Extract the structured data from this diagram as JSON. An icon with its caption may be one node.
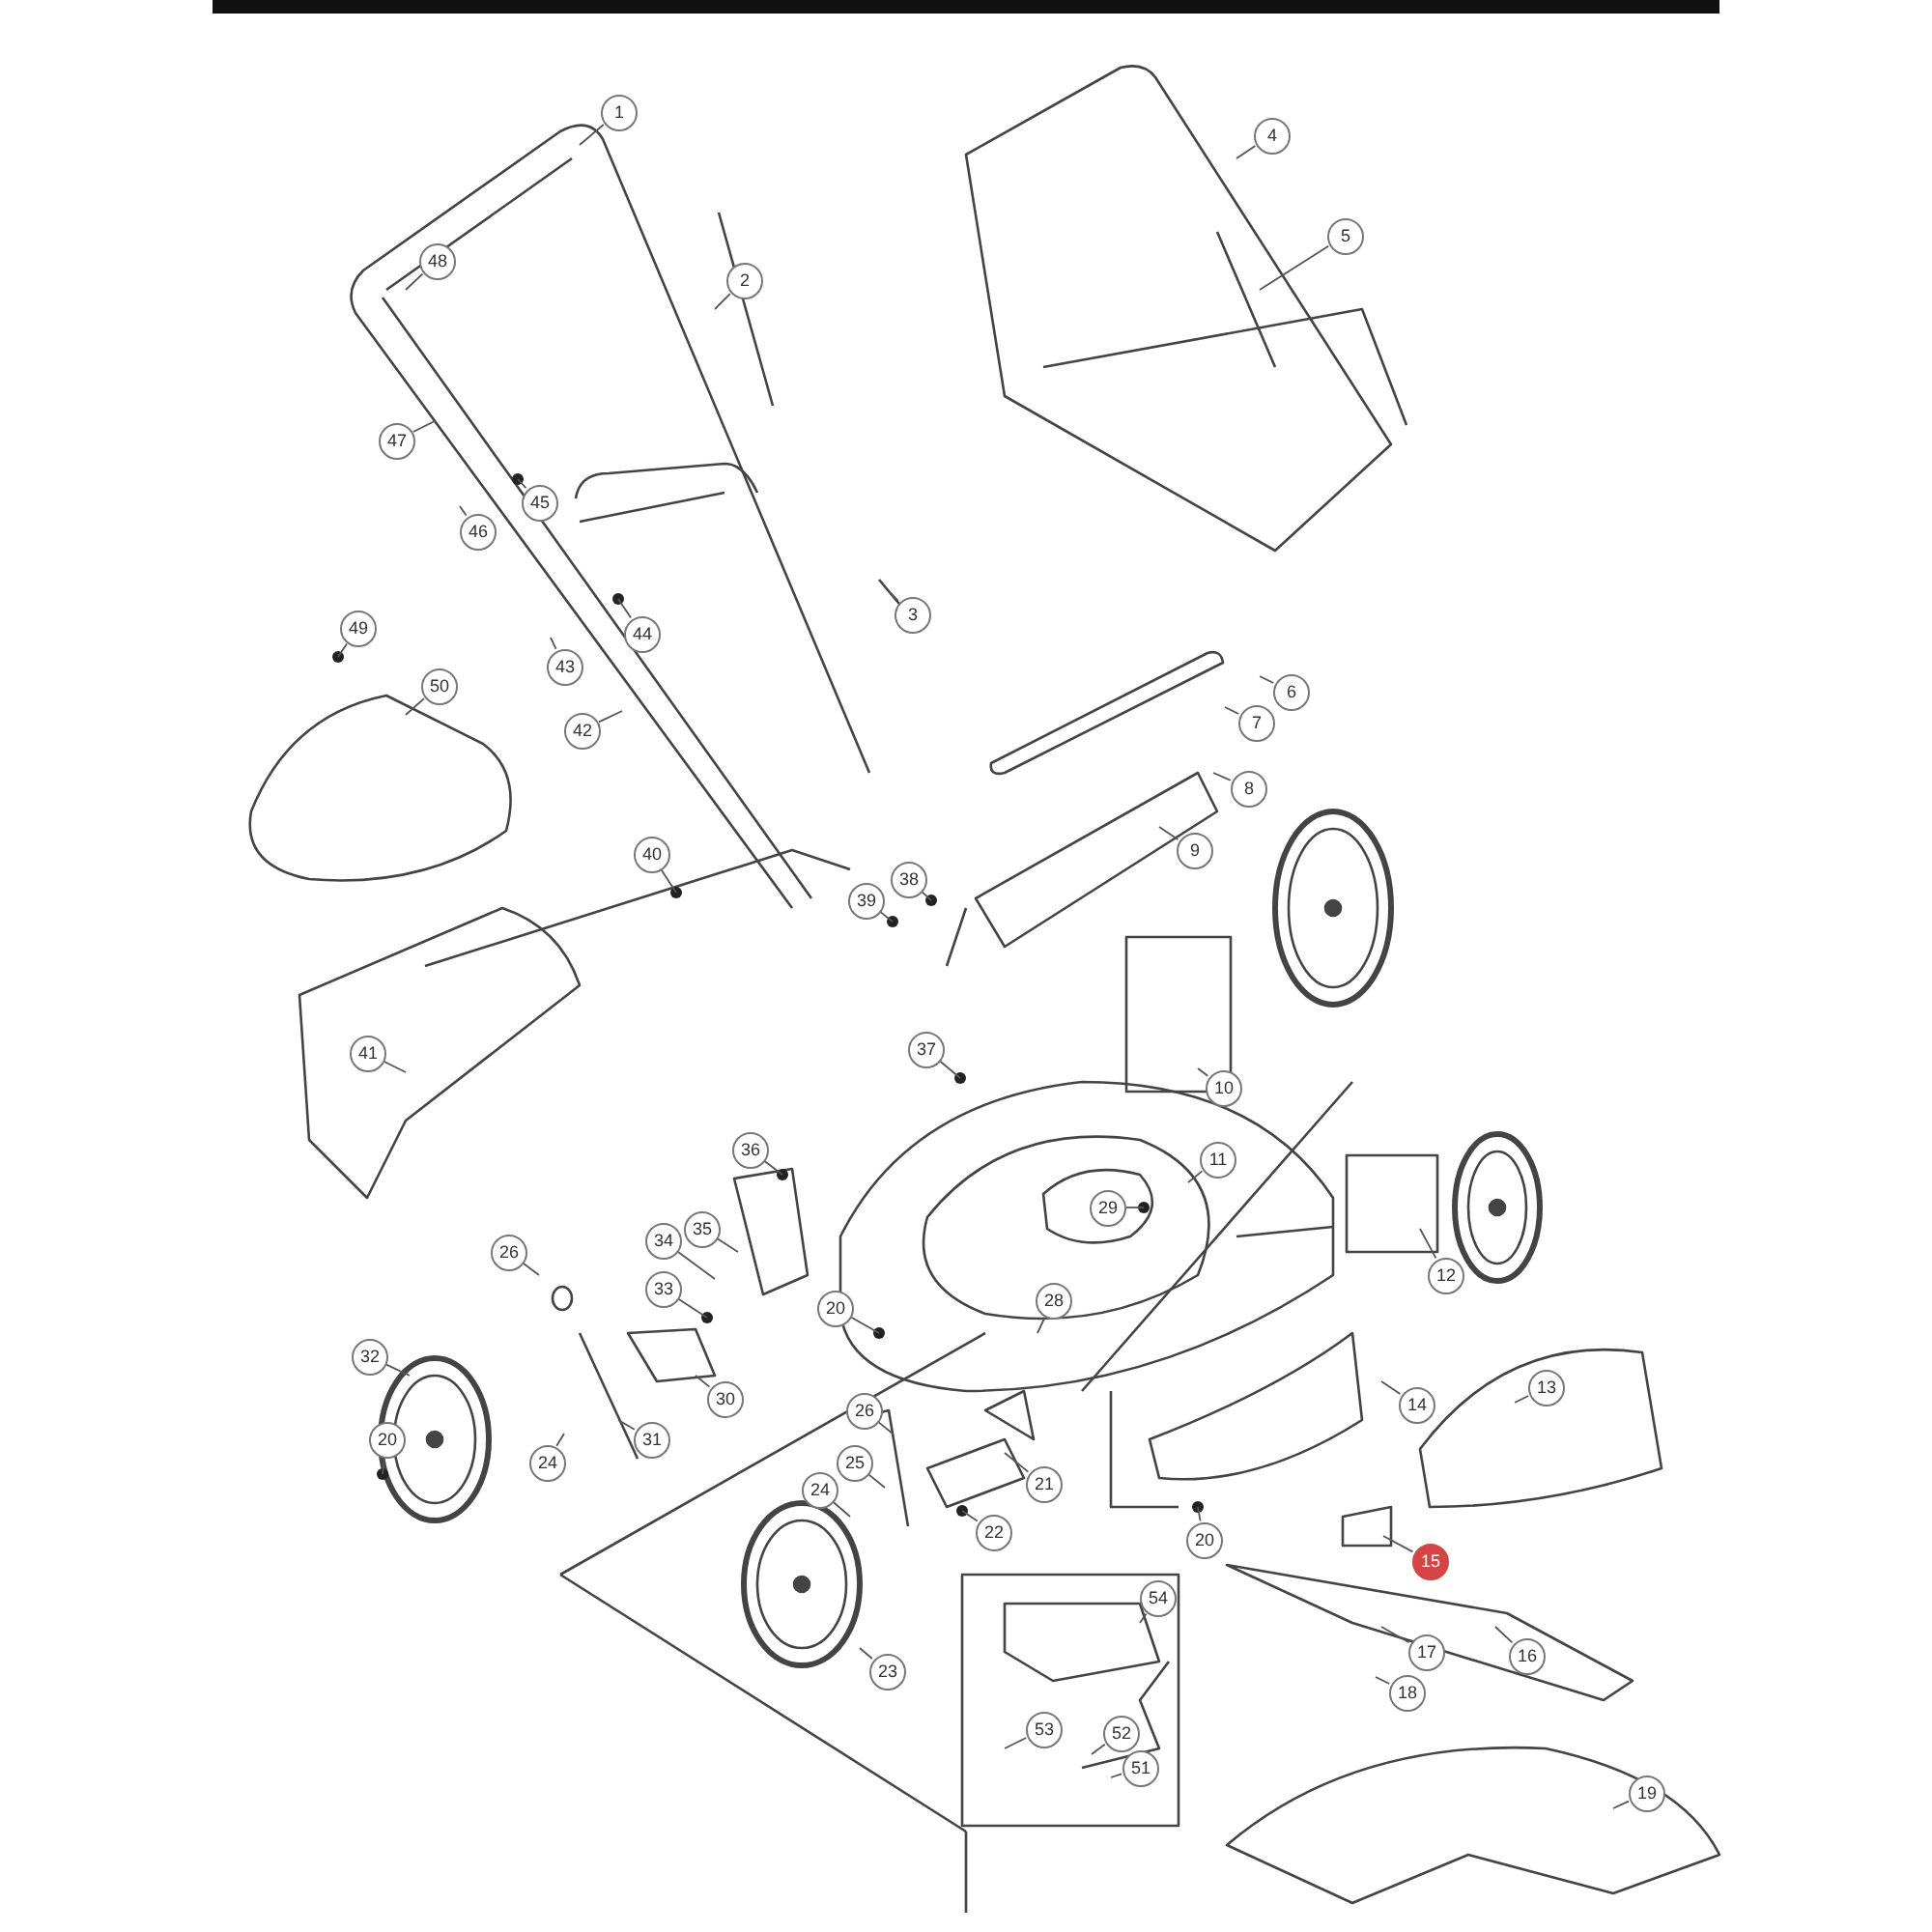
{
  "diagram": {
    "nodes": [
      {
        "text": [
          "1"
        ]
      },
      {
        "text": [
          "2"
        ]
      },
      {
        "text": [
          "3"
        ]
      },
      {
        "text": [
          "4"
        ]
      },
      {
        "text": [
          "5"
        ]
      },
      {
        "text": [
          "6"
        ]
      },
      {
        "text": [
          "7"
        ]
      },
      {
        "text": [
          "8"
        ]
      },
      {
        "text": [
          "9"
        ]
      },
      {
        "text": [
          "10"
        ]
      },
      {
        "text": [
          "11"
        ]
      },
      {
        "text": [
          "12"
        ]
      },
      {
        "text": [
          "13"
        ]
      },
      {
        "text": [
          "14"
        ]
      },
      {
        "text": [
          "15"
        ]
      },
      {
        "text": [
          "16"
        ]
      },
      {
        "text": [
          "17"
        ]
      },
      {
        "text": [
          "18"
        ]
      },
      {
        "text": [
          "19"
        ]
      },
      {
        "text": [
          "20"
        ]
      },
      {
        "text": [
          "20"
        ]
      },
      {
        "text": [
          "20"
        ]
      },
      {
        "text": [
          "21"
        ]
      },
      {
        "text": [
          "22"
        ]
      },
      {
        "text": [
          "23"
        ]
      },
      {
        "text": [
          "24"
        ]
      },
      {
        "text": [
          "24"
        ]
      },
      {
        "text": [
          "25"
        ]
      },
      {
        "text": [
          "26"
        ]
      },
      {
        "text": [
          "26"
        ]
      },
      {
        "text": [
          "28"
        ]
      },
      {
        "text": [
          "29"
        ]
      },
      {
        "text": [
          "30"
        ]
      },
      {
        "text": [
          "31"
        ]
      },
      {
        "text": [
          "32"
        ]
      },
      {
        "text": [
          "33"
        ]
      },
      {
        "text": [
          "34"
        ]
      },
      {
        "text": [
          "35"
        ]
      },
      {
        "text": [
          "36"
        ]
      },
      {
        "text": [
          "37"
        ]
      },
      {
        "text": [
          "38"
        ]
      },
      {
        "text": [
          "39"
        ]
      },
      {
        "text": [
          "40"
        ]
      },
      {
        "text": [
          "41"
        ]
      },
      {
        "text": [
          "42"
        ]
      },
      {
        "text": [
          "43"
        ]
      },
      {
        "text": [
          "44"
        ]
      },
      {
        "text": [
          "45"
        ]
      },
      {
        "text": [
          "46"
        ]
      },
      {
        "text": [
          "47"
        ]
      },
      {
        "text": [
          "48"
        ]
      },
      {
        "text": [
          "49"
        ]
      },
      {
        "text": [
          "50"
        ]
      },
      {
        "text": [
          "51"
        ]
      },
      {
        "text": [
          "52"
        ]
      },
      {
        "text": [
          "53"
        ]
      },
      {
        "text": [
          "54"
        ]
      }
    ],
    "edges": [
      {
        "from": 0,
        "to": null,
        "arrow": "none"
      },
      {
        "from": 1,
        "to": null,
        "arrow": "none"
      },
      {
        "from": 2,
        "to": null,
        "arrow": "none"
      },
      {
        "from": 3,
        "to": null,
        "arrow": "none"
      },
      {
        "from": 4,
        "to": null,
        "arrow": "none"
      },
      {
        "from": 5,
        "to": null,
        "arrow": "none"
      },
      {
        "from": 6,
        "to": null,
        "arrow": "none"
      },
      {
        "from": 7,
        "to": null,
        "arrow": "none"
      },
      {
        "from": 8,
        "to": null,
        "arrow": "none"
      },
      {
        "from": 9,
        "to": null,
        "arrow": "none"
      },
      {
        "from": 10,
        "to": null,
        "arrow": "none"
      },
      {
        "from": 11,
        "to": null,
        "arrow": "none"
      },
      {
        "from": 12,
        "to": null,
        "arrow": "none"
      },
      {
        "from": 13,
        "to": null,
        "arrow": "none"
      },
      {
        "from": 14,
        "to": null,
        "arrow": "none"
      },
      {
        "from": 15,
        "to": null,
        "arrow": "none"
      },
      {
        "from": 16,
        "to": null,
        "arrow": "none"
      },
      {
        "from": 17,
        "to": null,
        "arrow": "none"
      },
      {
        "from": 18,
        "to": null,
        "arrow": "none"
      },
      {
        "from": 19,
        "to": null,
        "arrow": "none"
      },
      {
        "from": 20,
        "to": null,
        "arrow": "none"
      },
      {
        "from": 21,
        "to": null,
        "arrow": "none"
      },
      {
        "from": 22,
        "to": null,
        "arrow": "none"
      },
      {
        "from": 23,
        "to": null,
        "arrow": "none"
      },
      {
        "from": 24,
        "to": null,
        "arrow": "none"
      },
      {
        "from": 25,
        "to": null,
        "arrow": "none"
      },
      {
        "from": 26,
        "to": null,
        "arrow": "none"
      },
      {
        "from": 27,
        "to": null,
        "arrow": "none"
      },
      {
        "from": 28,
        "to": null,
        "arrow": "none"
      },
      {
        "from": 29,
        "to": null,
        "arrow": "none"
      },
      {
        "from": 30,
        "to": null,
        "arrow": "none"
      },
      {
        "from": 31,
        "to": null,
        "arrow": "none"
      },
      {
        "from": 32,
        "to": null,
        "arrow": "none"
      },
      {
        "from": 33,
        "to": null,
        "arrow": "none"
      },
      {
        "from": 34,
        "to": null,
        "arrow": "none"
      },
      {
        "from": 35,
        "to": null,
        "arrow": "none"
      },
      {
        "from": 36,
        "to": null,
        "arrow": "none"
      },
      {
        "from": 37,
        "to": null,
        "arrow": "none"
      },
      {
        "from": 38,
        "to": null,
        "arrow": "none"
      },
      {
        "from": 39,
        "to": null,
        "arrow": "none"
      },
      {
        "from": 40,
        "to": null,
        "arrow": "none"
      },
      {
        "from": 41,
        "to": null,
        "arrow": "none"
      },
      {
        "from": 42,
        "to": null,
        "arrow": "none"
      },
      {
        "from": 43,
        "to": null,
        "arrow": "none"
      },
      {
        "from": 44,
        "to": null,
        "arrow": "none"
      },
      {
        "from": 45,
        "to": null,
        "arrow": "none"
      },
      {
        "from": 46,
        "to": null,
        "arrow": "none"
      },
      {
        "from": 47,
        "to": null,
        "arrow": "none"
      },
      {
        "from": 48,
        "to": null,
        "arrow": "none"
      },
      {
        "from": 49,
        "to": null,
        "arrow": "none"
      },
      {
        "from": 50,
        "to": null,
        "arrow": "none"
      },
      {
        "from": 51,
        "to": null,
        "arrow": "none"
      },
      {
        "from": 52,
        "to": null,
        "arrow": "none"
      },
      {
        "from": 53,
        "to": null,
        "arrow": "none"
      },
      {
        "from": 54,
        "to": null,
        "arrow": "none"
      },
      {
        "from": 55,
        "to": null,
        "arrow": "none"
      },
      {
        "from": 56,
        "to": null,
        "arrow": "none"
      }
    ]
  }
}
